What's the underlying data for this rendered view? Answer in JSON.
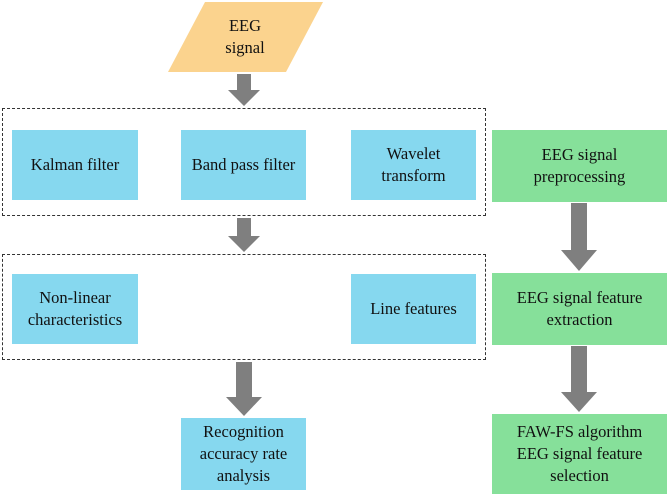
{
  "colors": {
    "input": "#fbd38e",
    "process": "#86d8ef",
    "stage": "#86e09a",
    "arrow": "#7f7f7f",
    "dashed_border": "#333333"
  },
  "input": {
    "label": "EEG\nsignal"
  },
  "preprocessing_methods": [
    {
      "label": "Kalman filter"
    },
    {
      "label": "Band pass filter"
    },
    {
      "label": "Wavelet\ntransform"
    }
  ],
  "feature_methods": [
    {
      "label": "Non-linear\ncharacteristics"
    },
    {
      "label": "Line features"
    }
  ],
  "analysis": {
    "label": "Recognition\naccuracy rate\nanalysis"
  },
  "stages": [
    {
      "label": "EEG signal\npreprocessing"
    },
    {
      "label": "EEG signal feature\nextraction"
    },
    {
      "label": "FAW-FS algorithm\nEEG signal feature\nselection"
    }
  ]
}
